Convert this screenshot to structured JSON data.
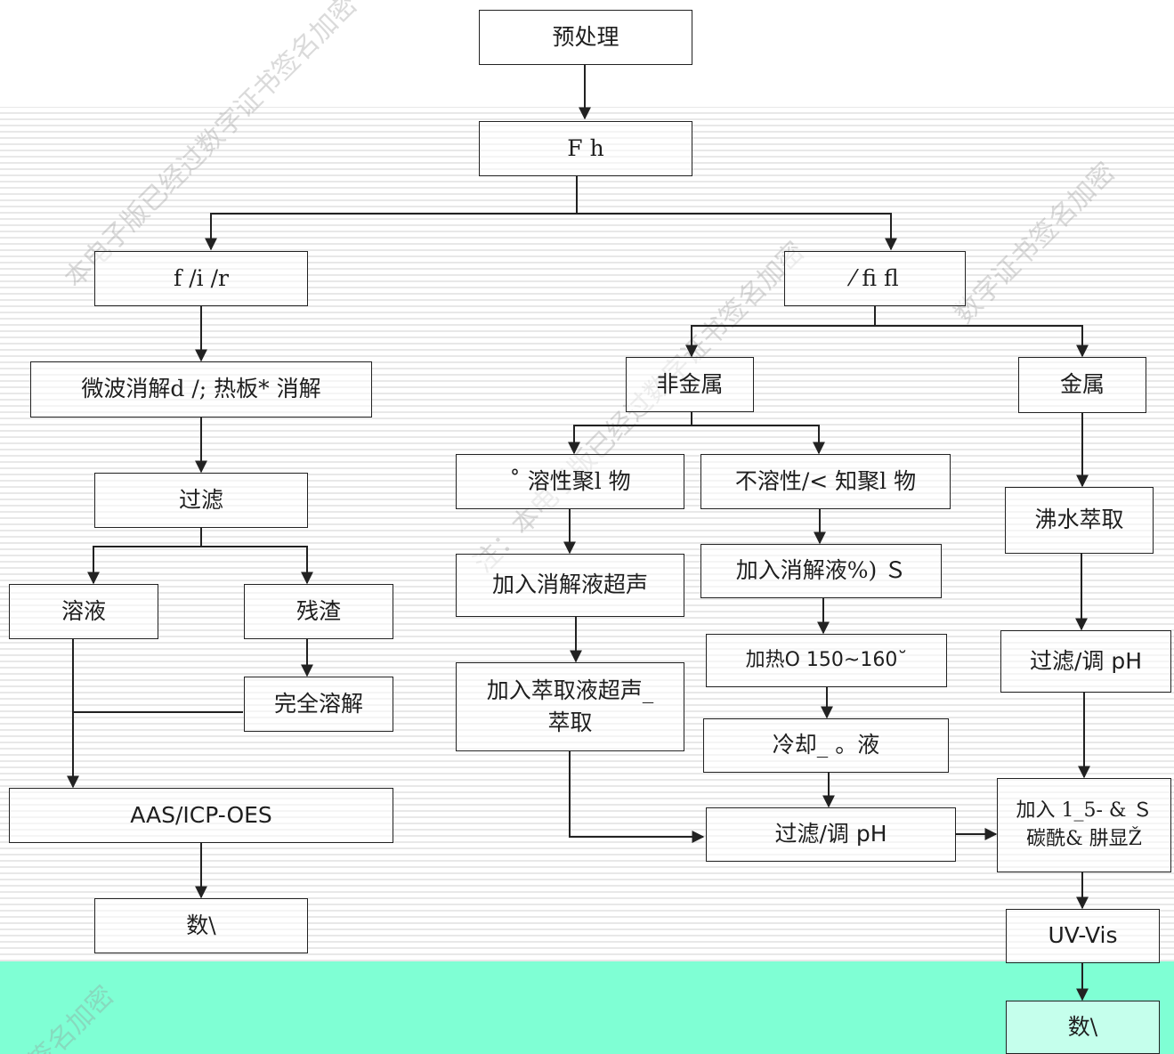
{
  "boxes": {
    "pretreatment": "预处理",
    "fh": "F h",
    "left_branch": "f /i /r",
    "right_branch": "⁄ ﬁ ﬂ",
    "digestion": "微波消解d /; 热板* 消解",
    "filter_left": "过滤",
    "solution": "溶液",
    "residue": "残渣",
    "full_dissolve": "完全溶解",
    "aas_icp": "AAS/ICP-OES",
    "data_left": "数\\",
    "nonmetal": "非金属",
    "metal": "金属",
    "soluble_polymer": "˚ 溶性聚l 物",
    "insoluble_polymer": "不溶性/< 知聚l 物",
    "add_digest_ultra": "加入消解液超声",
    "add_digest_s": "加入消解液%) Ｓ",
    "add_extract_ultra": "加入萃取液超声_\n萃取",
    "heat": "加热O 150~160˘",
    "cool": "冷却_ 。液",
    "filter_ph_mid": "过滤/调 pH",
    "boil_extract": "沸水萃取",
    "filter_ph_right": "过滤/调 pH",
    "add_reagent": "加入 1_5- & Ｓ\n碳酰& 肼显Ž",
    "uv_vis": "UV-Vis",
    "data_right": "数\\"
  },
  "watermarks": [
    "签名加密",
    "数字证书签名加密",
    "本电子版已经过数字证书签名加密",
    "注：本电子版已经过数字证书签名加密"
  ],
  "colors": {
    "band": "#7fffd4",
    "line": "#222222"
  }
}
